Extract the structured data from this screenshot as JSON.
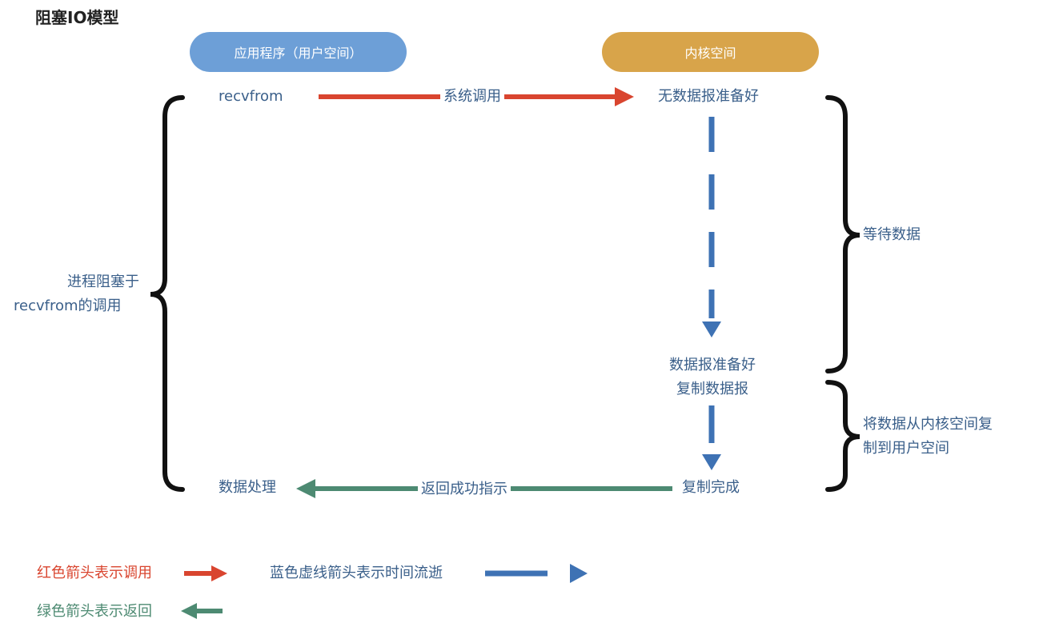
{
  "title": "阻塞IO模型",
  "headers": {
    "app_space": "应用程序（用户空间）",
    "kernel_space": "内核空间"
  },
  "flow": {
    "recvfrom": "recvfrom",
    "syscall_label": "系统调用",
    "no_data_ready": "无数据报准备好",
    "data_ready_line1": "数据报准备好",
    "data_ready_line2": "复制数据报",
    "copy_done": "复制完成",
    "return_label": "返回成功指示",
    "process_data": "数据处理"
  },
  "braces": {
    "left_line1": "进程阻塞于",
    "left_line2": "recvfrom的调用",
    "right_wait": "等待数据",
    "right_copy_line1": "将数据从内核空间复",
    "right_copy_line2": "制到用户空间"
  },
  "legend": {
    "red": "红色箭头表示调用",
    "blue": "蓝色虚线箭头表示时间流逝",
    "green": "绿色箭头表示返回"
  },
  "colors": {
    "red": "#d9452f",
    "blue": "#3e72b4",
    "green": "#4d8a72",
    "text": "#3a5f8a",
    "app_header": "#6d9fd7",
    "kernel_header": "#d8a44a"
  }
}
